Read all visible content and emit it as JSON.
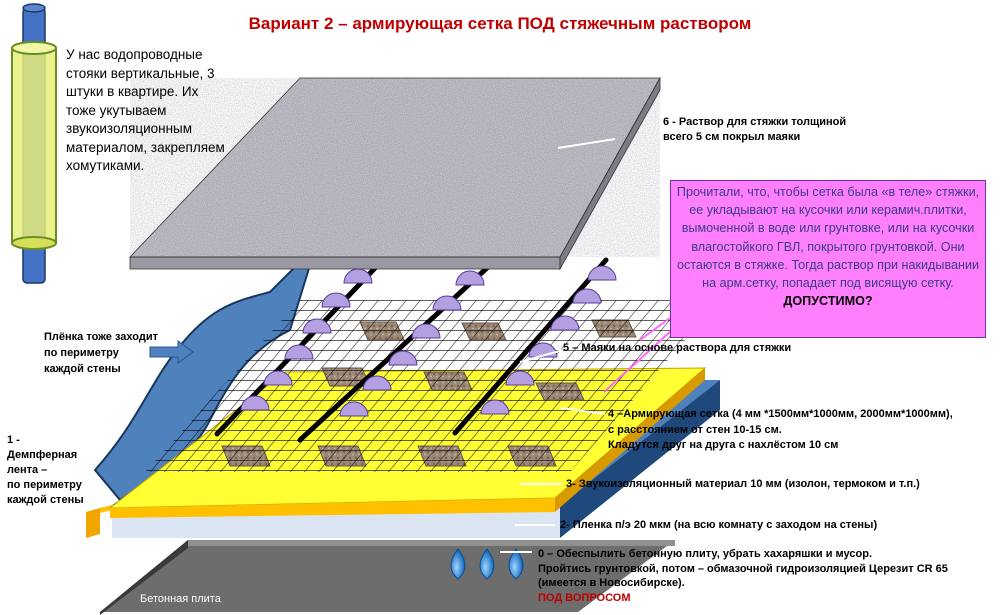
{
  "title": "Вариант 2 – армирующая сетка ПОД стяжечным раствором",
  "pipe_note": "У нас водопроводные стояки вертикальные, 3 штуки в квартире. Их тоже укутываем звукоизоляционным материалом, закрепляем хомутиками.",
  "layer6_label": [
    "6 - Раствор для стяжки толщиной",
    "всего 5 см покрыл маяки"
  ],
  "callout": {
    "text": "Прочитали, что, чтобы сетка была «в теле» стяжки, ее укладывают на кусочки или керамич.плитки, вымоченной в воде или грунтовке, или на кусочки влагостойкого ГВЛ, покрытого грунтовкой. Они остаются в стяжке. Тогда раствор при накидывании на арм.сетку, попадает под висящую сетку.",
    "verdict": "ДОПУСТИМО?"
  },
  "film_note": [
    "Плёнка тоже заходит",
    "по периметру",
    "каждой стены"
  ],
  "layer5_label": "5 –  Маяки на основе раствора для стяжки",
  "layer4_label": [
    "4 –Армирующая сетка (4 мм *1500мм*1000мм,  2000мм*1000мм),",
    "с расстоянием от стен 10-15 см.",
    "Кладутся друг на друга с нахлёстом 10 см"
  ],
  "layer1_label": [
    "1 -",
    "Демпферная",
    "лента –",
    "по периметру",
    "каждой стены"
  ],
  "layer3_label": "3- Звукоизоляционный материал 10 мм (изолон, термоком и т.п.)",
  "layer2_label": "2- Пленка п/э 20 мкм (на всю комнату с заходом на стены)",
  "layer0_label": [
    "0 – Обеспылить бетонную плиту, убрать хахаряшки и мусор.",
    "Пройтись грунтовкой, потом – обмазочной гидроизоляцией Церезит CR 65",
    "(имеется в Новосибирске)."
  ],
  "layer0_question": "ПОД ВОПРОСОМ",
  "slab_label": "Бетонная плита",
  "colors": {
    "title": "#c00000",
    "callout_fill": "#ff7fff",
    "insulation": "#ffff33",
    "film": "#4f81bd",
    "slab": "#6d6d6d",
    "beacon": "#b4a0e0",
    "mesh": "#000000"
  }
}
